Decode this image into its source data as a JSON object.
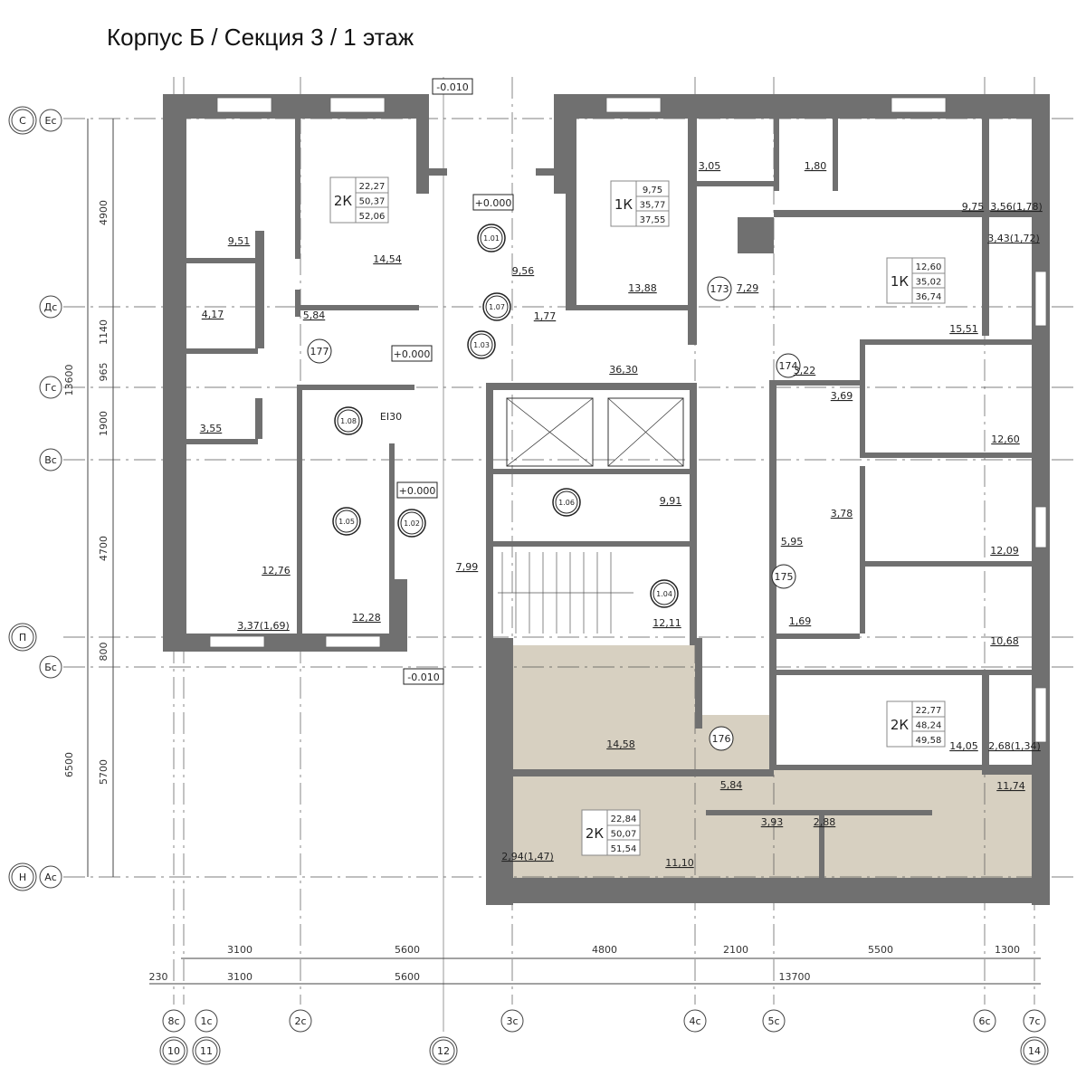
{
  "title": "Корпус Б / Секция 3 / 1 этаж",
  "colors": {
    "wall": "#707070",
    "highlight": "#d7d0c1",
    "line": "#444444"
  },
  "levels": [
    "-0.010",
    "+0.000",
    "+0.000",
    "+0.000",
    "-0.010"
  ],
  "room_numbers": [
    "1.01",
    "1.03",
    "1.07",
    "1.08",
    "1.05",
    "1.02",
    "1.06",
    "1.04"
  ],
  "apartment_numbers": [
    "177",
    "173",
    "174",
    "175",
    "176"
  ],
  "fire_rating": "EI30",
  "areas": [
    "9,51",
    "14,54",
    "9,56",
    "4,17",
    "5,84",
    "1,77",
    "3,55",
    "12,76",
    "3,37(1,69)",
    "12,28",
    "7,99",
    "36,30",
    "9,91",
    "12,11",
    "13,88",
    "7,29",
    "3,05",
    "1,80",
    "9,75",
    "3,56(1,78)",
    "3,43(1,72)",
    "15,51",
    "3,22",
    "3,69",
    "12,60",
    "3,78",
    "5,95",
    "12,09",
    "1,69",
    "10,68",
    "14,58",
    "14,05",
    "2,68(1,34)",
    "5,84",
    "11,74",
    "3,93",
    "2,88",
    "11,10",
    "2,94(1,47)"
  ],
  "apartments": [
    {
      "type": "2К",
      "values": [
        "22,27",
        "50,37",
        "52,06"
      ]
    },
    {
      "type": "1К",
      "values": [
        "9,75",
        "35,77",
        "37,55"
      ]
    },
    {
      "type": "1К",
      "values": [
        "12,60",
        "35,02",
        "36,74"
      ]
    },
    {
      "type": "2К",
      "values": [
        "22,77",
        "48,24",
        "49,58"
      ]
    },
    {
      "type": "2К",
      "values": [
        "22,84",
        "50,07",
        "51,54"
      ],
      "highlighted": true
    }
  ],
  "dimensions": {
    "vertical_outer": [
      "13600",
      "6500"
    ],
    "vertical_inner": [
      "4900",
      "1140",
      "965",
      "1900",
      "4700",
      "800",
      "5700"
    ],
    "horizontal_row1": [
      "3100",
      "5600",
      "4800",
      "2100",
      "5500",
      "1300"
    ],
    "horizontal_row2": [
      "230",
      "3100",
      "5600",
      "13700"
    ]
  },
  "axes": {
    "left_primary": [
      "С",
      "П",
      "Н"
    ],
    "left_secondary": [
      "Ес",
      "Дс",
      "Гс",
      "Вс",
      "Бс",
      "Ас"
    ],
    "bottom_secondary": [
      "8с",
      "1с",
      "2с",
      "3с",
      "4с",
      "5с",
      "6с",
      "7с"
    ],
    "bottom_primary": [
      "10",
      "11",
      "12",
      "14"
    ]
  }
}
